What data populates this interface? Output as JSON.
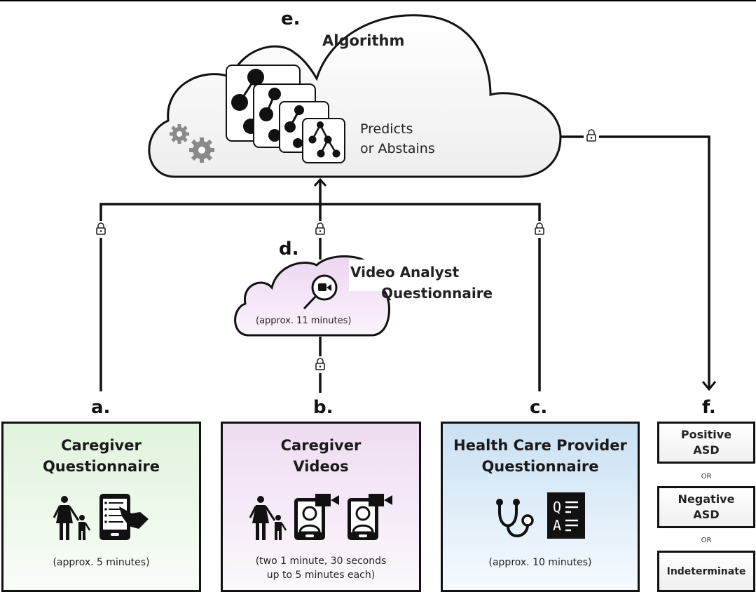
{
  "labels": {
    "a": "a.",
    "b": "b.",
    "c": "c.",
    "d": "d.",
    "e": "e.",
    "f": "f."
  },
  "algorithm": {
    "title": "Algorithm",
    "output_line1": "Predicts",
    "output_line2": "or Abstains",
    "icons": [
      "decision-tree-stack-icon",
      "gears-icon"
    ]
  },
  "video_analyst": {
    "title_line1": "Video Analyst",
    "title_line2": "Questionnaire",
    "duration": "(approx. 11 minutes)",
    "icon": "magnifier-video-icon"
  },
  "inputs": [
    {
      "id": "a",
      "title_line1": "Caregiver",
      "title_line2": "Questionnaire",
      "note_line1": "(approx. 5 minutes)",
      "note_line2": "",
      "color": "#e3f5e0",
      "icons": [
        "parent-child-icon",
        "tablet-checklist-icon"
      ]
    },
    {
      "id": "b",
      "title_line1": "Caregiver",
      "title_line2": "Videos",
      "note_line1": "(two 1 minute, 30 seconds",
      "note_line2": "up to 5 minutes each)",
      "color": "#f1e2f3",
      "icons": [
        "parent-child-icon",
        "phone-video-icon",
        "phone-video-icon"
      ]
    },
    {
      "id": "c",
      "title_line1": "Health Care Provider",
      "title_line2": "Questionnaire",
      "note_line1": "(approx. 10 minutes)",
      "note_line2": "",
      "color": "#cfe3f3",
      "icons": [
        "stethoscope-icon",
        "qa-document-icon"
      ]
    }
  ],
  "outputs": {
    "items": [
      {
        "line1": "Positive",
        "line2": "ASD"
      },
      {
        "line1": "Negative",
        "line2": "ASD"
      },
      {
        "line1": "Indeterminate",
        "line2": ""
      }
    ],
    "separator": "OR"
  },
  "connectors": {
    "secure_icon": "lock-icon"
  }
}
